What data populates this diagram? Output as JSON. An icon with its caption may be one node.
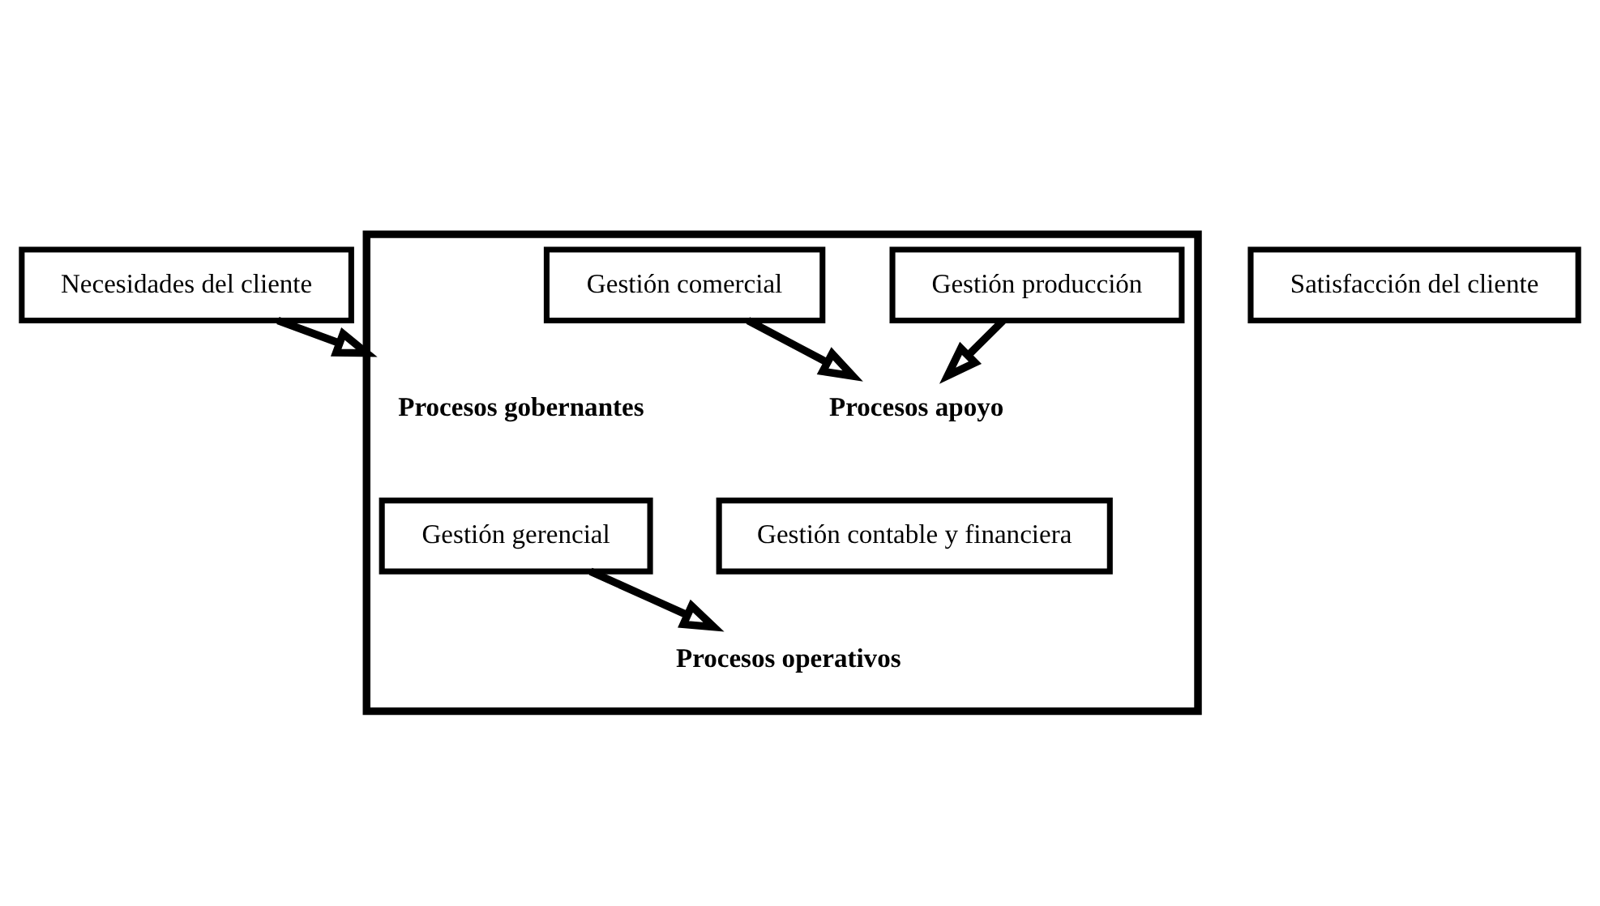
{
  "diagram": {
    "nodes": [
      {
        "text": [
          "Necesidades del cliente"
        ]
      },
      {
        "text": [],
        "shape": "pentagon"
      },
      {
        "text": [
          "Procesos gobernantes"
        ],
        "in": 1
      },
      {
        "text": [
          "Gestión gerencial"
        ],
        "in": 1
      },
      {
        "text": [
          "Procesos operativos"
        ],
        "in": 1
      },
      {
        "text": [
          "Gestión producción"
        ],
        "in": 1
      },
      {
        "text": [
          "Gestión comercial"
        ],
        "in": 1
      },
      {
        "text": [
          "Procesos apoyo"
        ],
        "in": 1
      },
      {
        "text": [
          "Gestión contable y financiera"
        ],
        "in": 1
      },
      {
        "text": [
          "Satisfacción del cliente"
        ]
      }
    ],
    "edges": [
      {
        "from": 0,
        "to": 1,
        "arrow": "to"
      },
      {
        "from": 3,
        "to": 4,
        "arrow": "to"
      },
      {
        "from": 5,
        "to": 7,
        "arrow": "to"
      },
      {
        "from": 6,
        "to": 7,
        "arrow": "to"
      }
    ]
  }
}
